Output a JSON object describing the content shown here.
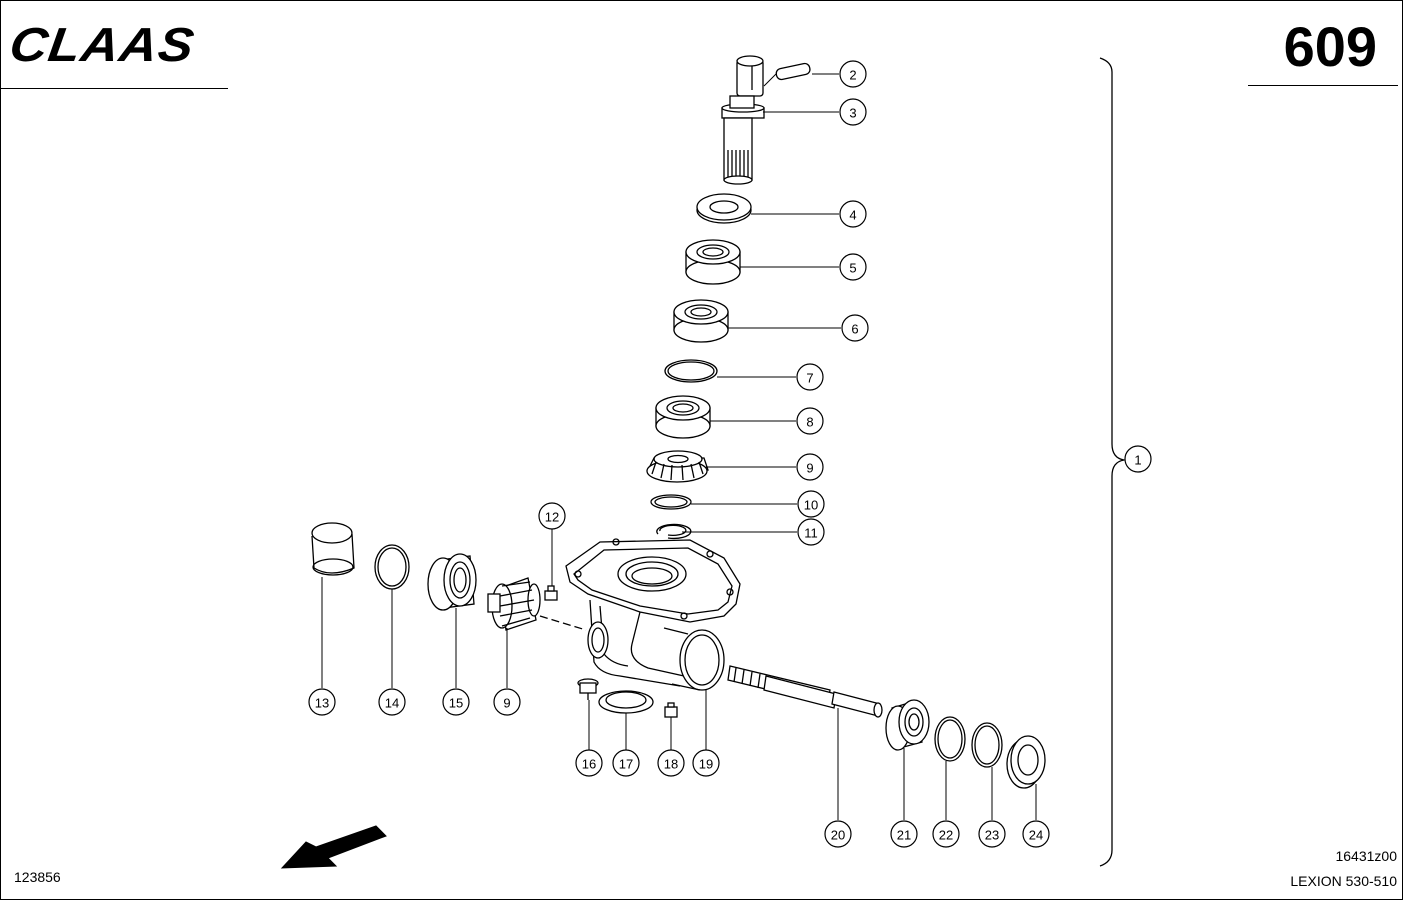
{
  "header": {
    "brand": "CLAAS",
    "page_number": "609"
  },
  "footer": {
    "doc_id": "123856",
    "drawing_id": "16431z00",
    "model": "LEXION 530-510"
  },
  "callouts": [
    {
      "id": "c2",
      "label": "2"
    },
    {
      "id": "c3",
      "label": "3"
    },
    {
      "id": "c4",
      "label": "4"
    },
    {
      "id": "c5",
      "label": "5"
    },
    {
      "id": "c6",
      "label": "6"
    },
    {
      "id": "c7",
      "label": "7"
    },
    {
      "id": "c8",
      "label": "8"
    },
    {
      "id": "c9a",
      "label": "9"
    },
    {
      "id": "c10",
      "label": "10"
    },
    {
      "id": "c11",
      "label": "11"
    },
    {
      "id": "c12",
      "label": "12"
    },
    {
      "id": "c1",
      "label": "1"
    },
    {
      "id": "c13",
      "label": "13"
    },
    {
      "id": "c14",
      "label": "14"
    },
    {
      "id": "c15",
      "label": "15"
    },
    {
      "id": "c9b",
      "label": "9"
    },
    {
      "id": "c16",
      "label": "16"
    },
    {
      "id": "c17",
      "label": "17"
    },
    {
      "id": "c18",
      "label": "18"
    },
    {
      "id": "c19",
      "label": "19"
    },
    {
      "id": "c20",
      "label": "20"
    },
    {
      "id": "c21",
      "label": "21"
    },
    {
      "id": "c22",
      "label": "22"
    },
    {
      "id": "c23",
      "label": "23"
    },
    {
      "id": "c24",
      "label": "24"
    }
  ]
}
